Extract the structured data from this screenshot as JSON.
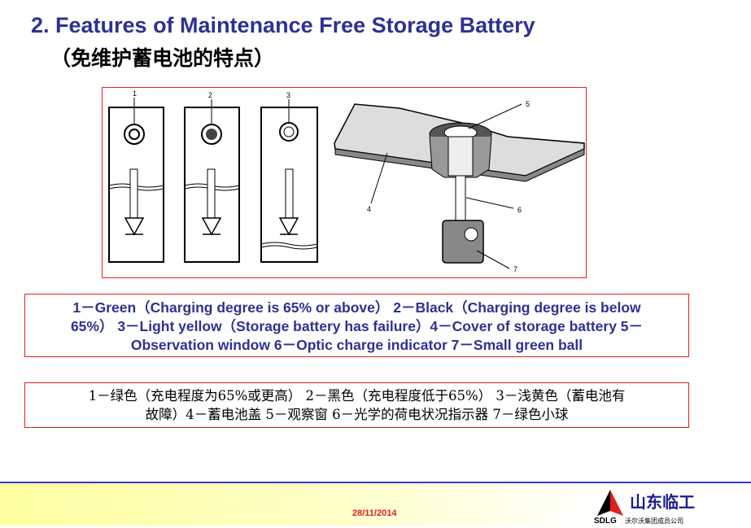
{
  "header": {
    "title": "2. Features of Maintenance Free Storage Battery",
    "subtitle": "（免维护蓄电池的特点）"
  },
  "figure": {
    "labels": [
      "1",
      "2",
      "3",
      "4",
      "5",
      "6",
      "7"
    ]
  },
  "legend_en": {
    "lines": [
      "1－Green（Charging degree is 65% or above） 2－Black（Charging degree is below",
      "65%） 3－Light yellow（Storage battery has failure）4－Cover of storage battery  5－",
      "Observation window  6－Optic charge indicator  7－Small green ball"
    ]
  },
  "legend_cn": {
    "lines": [
      "1－绿色（充电程度为65%或更高）  2－黑色（充电程度低于65%）  3－浅黄色（蓄电池有",
      "故障）4－蓄电池盖  5－观察窗  6－光学的荷电状况指示器  7－绿色小球"
    ]
  },
  "footer": {
    "date": "28/11/2014",
    "logo_text": "山东临工",
    "logo_abbr": "SDLG",
    "logo_sub": "沃尔沃集团成员公司"
  },
  "colors": {
    "title": "#2e3192",
    "border": "#e02020",
    "date": "#e02020"
  }
}
